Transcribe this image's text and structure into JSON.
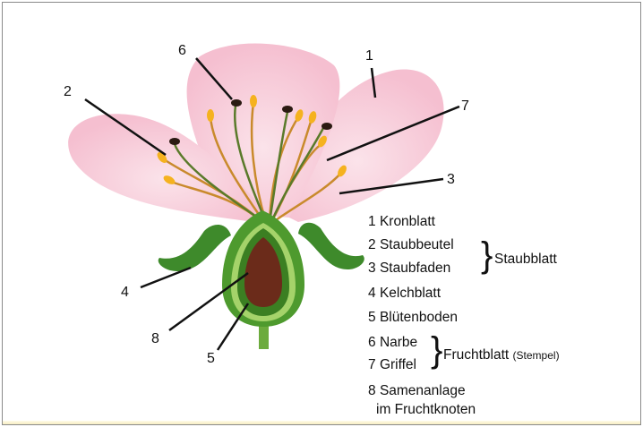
{
  "diagram": {
    "callouts": [
      "1",
      "2",
      "3",
      "4",
      "5",
      "6",
      "7",
      "8"
    ],
    "legend": [
      {
        "num": "1",
        "text": "Kronblatt"
      },
      {
        "num": "2",
        "text": "Staubbeutel"
      },
      {
        "num": "3",
        "text": "Staubfaden"
      },
      {
        "num": "4",
        "text": "Kelchblatt"
      },
      {
        "num": "5",
        "text": "Blütenboden"
      },
      {
        "num": "6",
        "text": "Narbe"
      },
      {
        "num": "7",
        "text": "Griffel"
      },
      {
        "num": "8",
        "text": "Samenanlage",
        "line2": "im Fruchtknoten"
      }
    ],
    "groups": {
      "staubblatt": "Staubblatt",
      "fruchtblatt": "Fruchtblatt",
      "fruchtblatt_note": "(Stempel)"
    },
    "colors": {
      "petal": "#f8c9d8",
      "sepal": "#3e8a2b",
      "ovary": "#6b2b1a",
      "filament": "#c98a2c",
      "anther": "#f5b21f",
      "style": "#5a7a2a",
      "stigma": "#2b1a12"
    }
  }
}
